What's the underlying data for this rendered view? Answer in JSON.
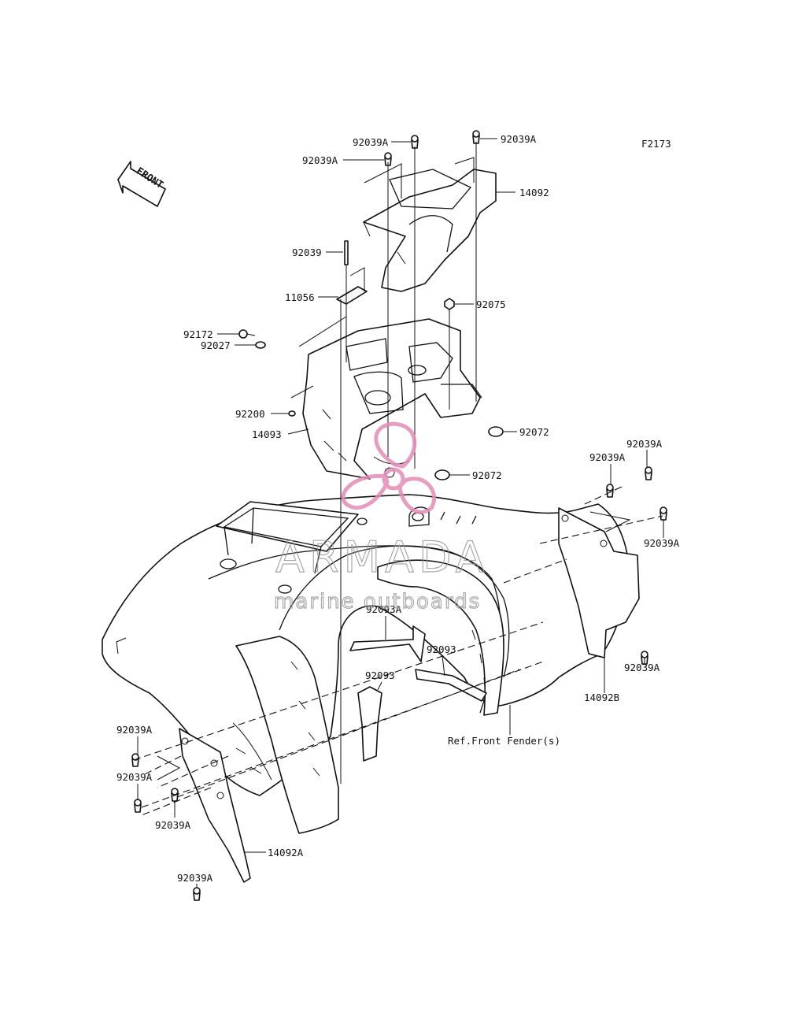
{
  "diagram": {
    "figure_code": "F2173",
    "front_arrow_text": "FRONT",
    "reference_note": "Ref.Front Fender(s)",
    "part_labels": {
      "p92039A_top1": "92039A",
      "p92039A_top2": "92039A",
      "p92039A_top3": "92039A",
      "p14092": "14092",
      "p92039": "92039",
      "p11056": "11056",
      "p92075": "92075",
      "p92172": "92172",
      "p92027": "92027",
      "p92200": "92200",
      "p14093": "14093",
      "p92072_a": "92072",
      "p92072_b": "92072",
      "p92039A_r1": "92039A",
      "p92039A_r2": "92039A",
      "p92039A_r3": "92039A",
      "p92039A_r4": "92039A",
      "p14092B": "14092B",
      "p92093A": "92093A",
      "p92093_a": "92093",
      "p92093_b": "92093",
      "p92039A_l1": "92039A",
      "p92039A_l2": "92039A",
      "p92039A_l3": "92039A",
      "p14092A": "14092A",
      "p92039A_l4": "92039A"
    }
  },
  "watermark": {
    "brand": "ARMADA",
    "tagline": "marine outboards",
    "logo_color": "#e48bb6"
  }
}
